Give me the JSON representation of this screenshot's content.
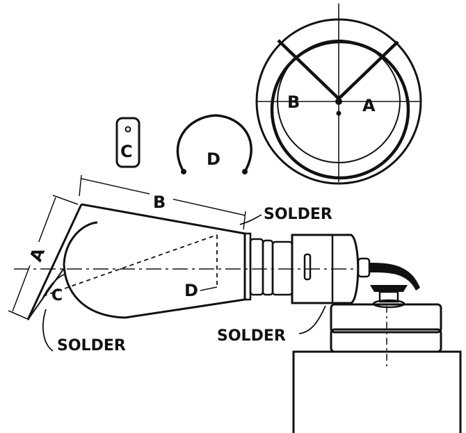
{
  "labels": {
    "circle_a": "A",
    "circle_b": "B",
    "clip_c": "C",
    "ring_d": "D",
    "dim_b": "B",
    "dim_a": "A",
    "corner_c": "C",
    "inner_d": "D",
    "solder_top": "SOLDER",
    "solder_left": "SOLDER",
    "solder_right": "SOLDER"
  }
}
